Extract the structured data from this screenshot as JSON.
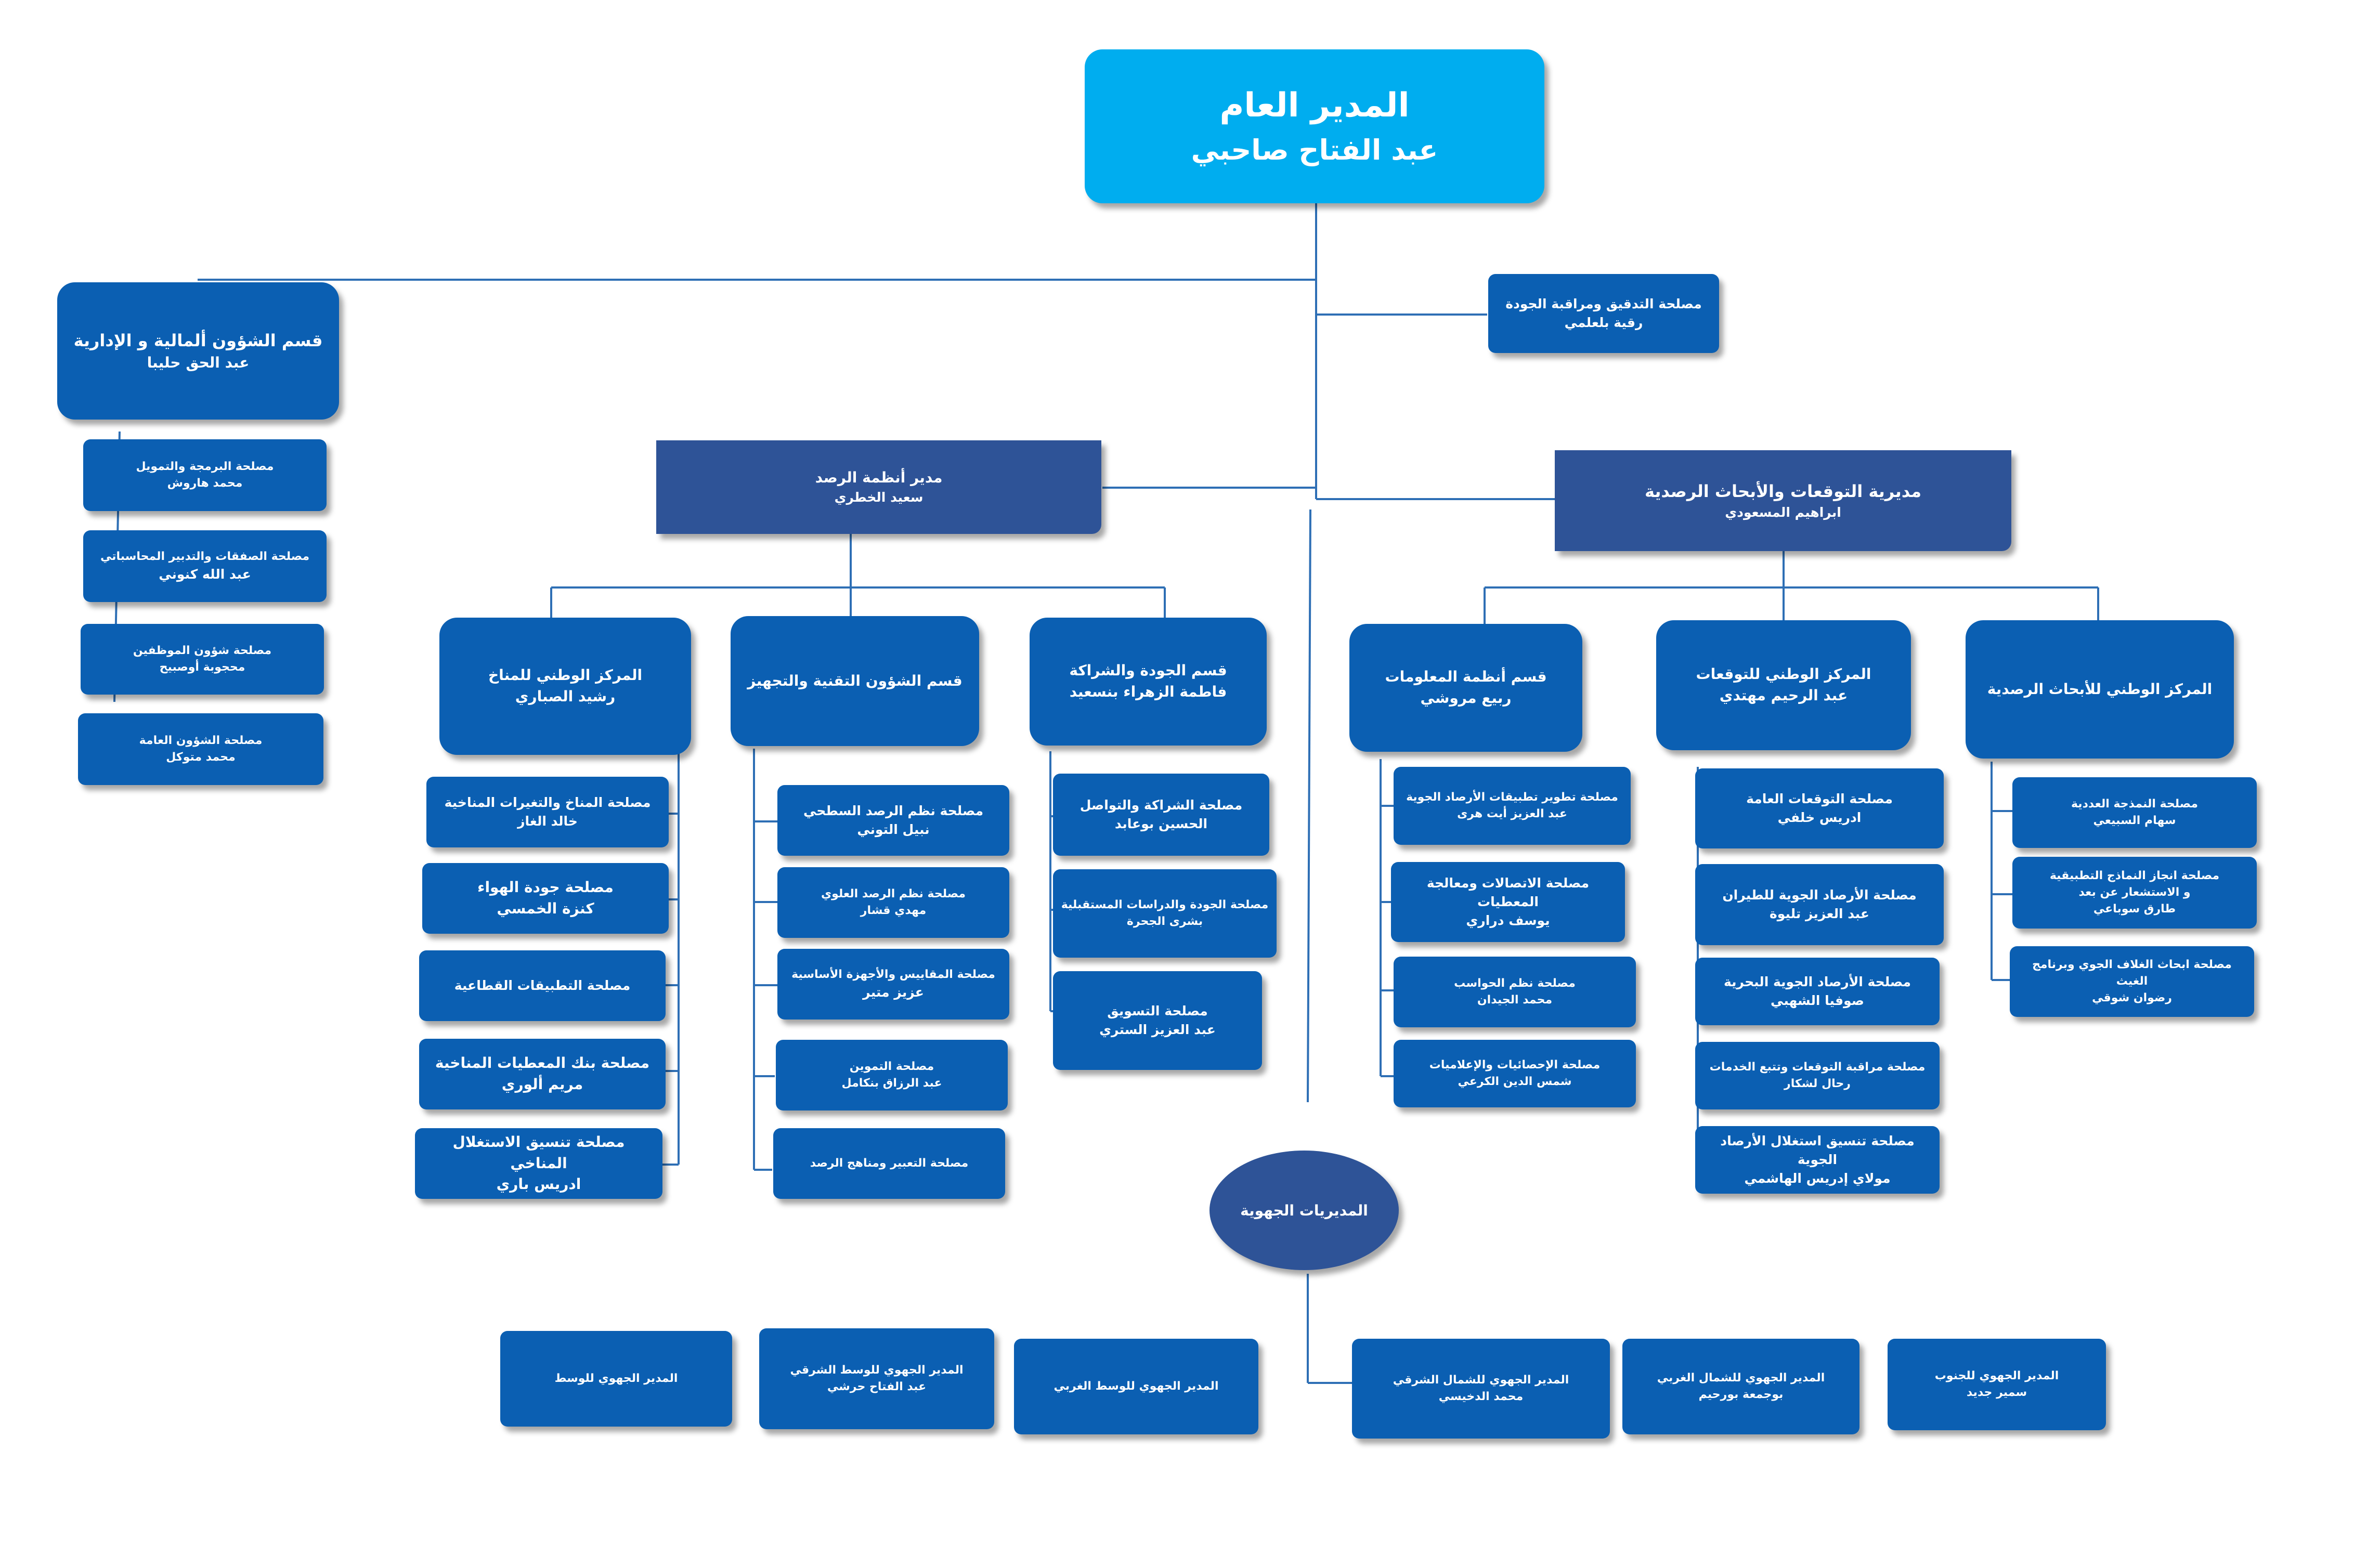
{
  "director": {
    "title": "المدير العام",
    "name": "عبد الفتاح صاحبي"
  },
  "audit": {
    "title": "مصلحة التدقيق ومراقبة الجودة",
    "name": "رقية بلعلمي"
  },
  "finance": {
    "title": "قسم الشؤون ألمالية و الإدارية",
    "name": "عبد الحق حليبا",
    "units": [
      {
        "title": "مصلحة البرمجة والتمويل",
        "name": "محمد هاروش"
      },
      {
        "title": "مصلحة الصفقات والتدبير المحاسباتي",
        "name": "عبد الله كنوني"
      },
      {
        "title": "مصلحة شؤون الموظفين",
        "name": "محجوبة أوصبيح"
      },
      {
        "title": "مصلحة الشؤون العامة",
        "name": "محمد متوكل"
      }
    ]
  },
  "obs": {
    "title": "مدير أنظمة الرصد",
    "name": "سعيد الخطري"
  },
  "fore": {
    "title": "مديرية التوقعات والأبحاث الرصدية",
    "name": "ابراهيم المسعودي"
  },
  "climate": {
    "title": "المركز الوطني للمناخ",
    "name": "رشيد الصباري",
    "units": [
      {
        "title": "مصلحة المناخ والتغيرات المناخية",
        "name": "خالد الغاز"
      },
      {
        "title": "مصلحة جودة الهواء",
        "name": "كنزة الخمسي"
      },
      {
        "title": "مصلحة التطبيقات القطاعية",
        "name": ""
      },
      {
        "title": "مصلحة بنك المعطيات المناخية",
        "name": "مريم ألوري"
      },
      {
        "title": "مصلحة تنسيق الاستغلال المناخي",
        "name": "ادريس باري"
      }
    ]
  },
  "tech": {
    "title": "قسم الشؤون التقنية والتجهيز",
    "name": "",
    "units": [
      {
        "title": "مصلحة نظم الرصد السطحي",
        "name": "نبيل التوني"
      },
      {
        "title": "مصلحة نظم الرصد العلوي",
        "name": "مهدي قشار"
      },
      {
        "title": "مصلحة المقاييس والأجهزة الأساسية",
        "name": "عزيز متير"
      },
      {
        "title": "مصلحة التموين",
        "name": "عبد الرزاق بنكامل"
      },
      {
        "title": "مصلحة التعبير ومناهج الرصد",
        "name": ""
      }
    ]
  },
  "quality": {
    "title": "قسم الجودة والشراكة",
    "name": "فاطمة الزهراء بنسعيد",
    "units": [
      {
        "title": "مصلحة  الشراكة والتواصل",
        "name": "الحسين بوعابد"
      },
      {
        "title": "مصلحة الجودة والدراسات المستقبلية",
        "name": "بشرى الجحرة"
      },
      {
        "title": "مصلحة  التسويق",
        "name": "عبد العزيز الستري"
      }
    ]
  },
  "infosys": {
    "title": "قسم أنظمة المعلومات",
    "name": "ربيع مروشي",
    "units": [
      {
        "title": "مصلحة تطوير تطبيقات  الأرصاد الجوية",
        "name": "عبد العزيز أيت هرى"
      },
      {
        "title": "مصلحة الاتصالات ومعالجة المعطيات",
        "name": "يوسف دراري"
      },
      {
        "title": "مصلحة نظم الحواسب",
        "name": "محمد الجيدان"
      },
      {
        "title": "مصلحة الإحصائيات والإعلاميات",
        "name": "شمس الدين الكرعي"
      }
    ]
  },
  "fcenter": {
    "title": "المركز الوطني للتوقعات",
    "name": "عبد الرحيم مهتدي",
    "units": [
      {
        "title": "مصلحة التوقعات العامة",
        "name": "ادريس خلفي"
      },
      {
        "title": "مصلحة الأرصاد الجوية للطيران",
        "name": "عبد العزيز تليوة"
      },
      {
        "title": "مصلحة الأرصاد الجوية البحرية",
        "name": "صوفيا الشهبي"
      },
      {
        "title": "مصلحة مراقبة التوقعات وتتبع الخدمات",
        "name": "رحال لشكار"
      },
      {
        "title": "مصلحة تنسيق استغلال الأرصاد الجوية",
        "name": "مولاي إدريس الهاشمي"
      }
    ]
  },
  "research": {
    "title": "المركز الوطني للأبحاث الرصدية",
    "name": "",
    "units": [
      {
        "title": "مصلحة النمذجة العددية",
        "name": "سهام السبيعي"
      },
      {
        "title": "مصلحة انجاز النماذج التطبيقية",
        "title2": "و الاستشعار عن بعد",
        "name": "طارق سوباعي"
      },
      {
        "title": "مصلحة ابحاث الغلاف الجوي وبرنامج الغيث",
        "name": "رضوان شوقي"
      }
    ]
  },
  "regional": {
    "title": "المديريات الجهوية",
    "units": [
      {
        "title": "المدير الجهوي للجنوب",
        "name": "سمير جديد"
      },
      {
        "title": "المدير الجهوي للشمال الغربي",
        "name": "بوجمعة بورحيم"
      },
      {
        "title": "المدير الجهوي للشمال الشرقي",
        "name": "محمد الدخيسي"
      },
      {
        "title": "المدير الجهوي للوسط الغربي",
        "name": ""
      },
      {
        "title": "المدير الجهوي للوسط الشرقي",
        "name": "عبد الفتاح حرشي"
      },
      {
        "title": "المدير الجهوي للوسط",
        "name": ""
      }
    ]
  }
}
